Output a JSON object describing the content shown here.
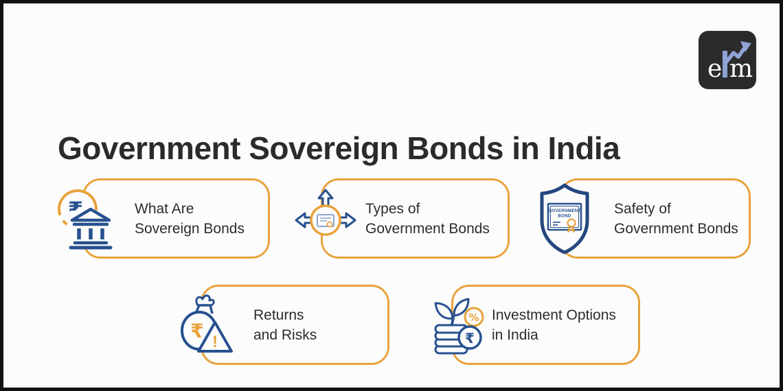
{
  "header": {
    "title": "Government Sovereign Bonds in India"
  },
  "logo": {
    "e": "e",
    "l": "l",
    "m": "m"
  },
  "cards": [
    {
      "label_line1": "What Are",
      "label_line2": "Sovereign Bonds",
      "icon": "rupee-coin-bank"
    },
    {
      "label_line1": "Types of",
      "label_line2": "Government Bonds",
      "icon": "bond-certificate-arrows"
    },
    {
      "label_line1": "Safety of",
      "label_line2": "Government Bonds",
      "icon": "shield-government-bond"
    },
    {
      "label_line1": "Returns",
      "label_line2": "and Risks",
      "icon": "money-bag-risk-warning"
    },
    {
      "label_line1": "Investment Options",
      "label_line2": "in India",
      "icon": "coins-plant-growth"
    }
  ],
  "shield_icon_text": {
    "line1": "GOVERNMENT",
    "line2": "BOND"
  },
  "icon_glyphs": {
    "rupee": "₹",
    "percent": "%",
    "exclamation": "!"
  },
  "colors": {
    "accent_orange": "#E8A23B",
    "accent_blue": "#27518F",
    "shield_navy": "#24477F",
    "title_text": "#2B2B2B",
    "card_text": "#2A2C31",
    "logo_bg": "#2B2B2D",
    "logo_accent": "#8FA3D4",
    "frame": "#111111",
    "background": "#FCFCFC"
  }
}
